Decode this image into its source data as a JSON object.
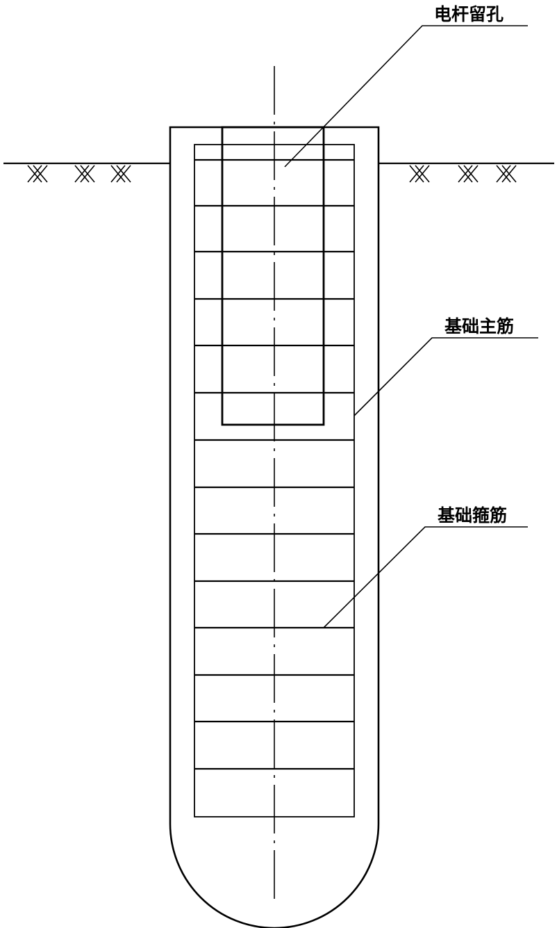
{
  "labels": {
    "pole_hole": "电杆留孔",
    "main_rebar": "基础主筋",
    "stirrup": "基础箍筋"
  },
  "colors": {
    "line": "#000000",
    "background": "#ffffff"
  }
}
